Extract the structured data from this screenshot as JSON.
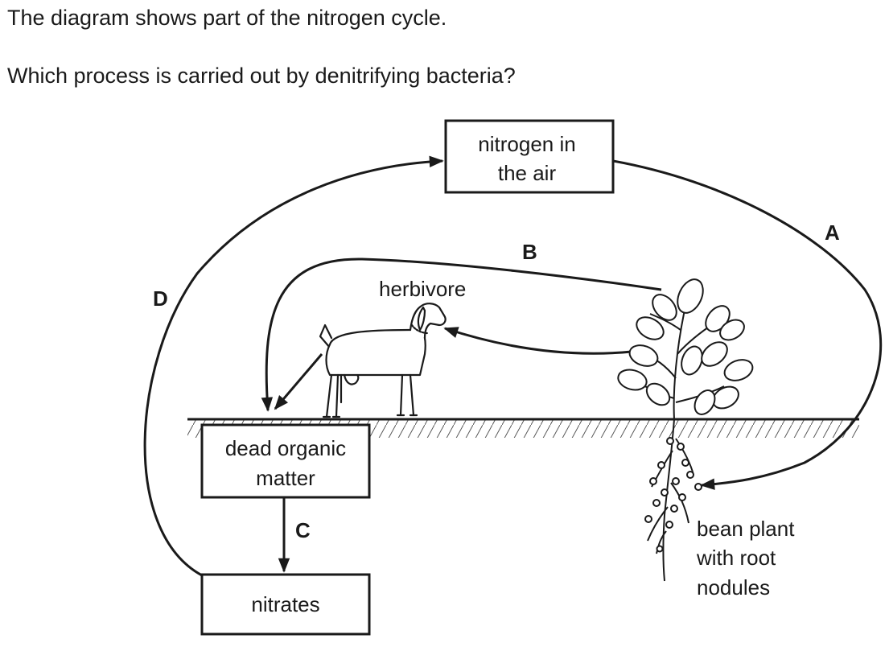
{
  "question": {
    "intro": "The diagram shows part of the nitrogen cycle.",
    "prompt": "Which process is carried out by denitrifying bacteria?"
  },
  "diagram": {
    "boxes": {
      "air": [
        "nitrogen in",
        "the air"
      ],
      "dead_organic": [
        "dead organic",
        "matter"
      ],
      "nitrates": [
        "nitrates"
      ]
    },
    "labels": {
      "herbivore": "herbivore",
      "bean_plant": [
        "bean plant",
        "with root",
        "nodules"
      ]
    },
    "processes": {
      "A": "A",
      "B": "B",
      "C": "C",
      "D": "D"
    }
  }
}
